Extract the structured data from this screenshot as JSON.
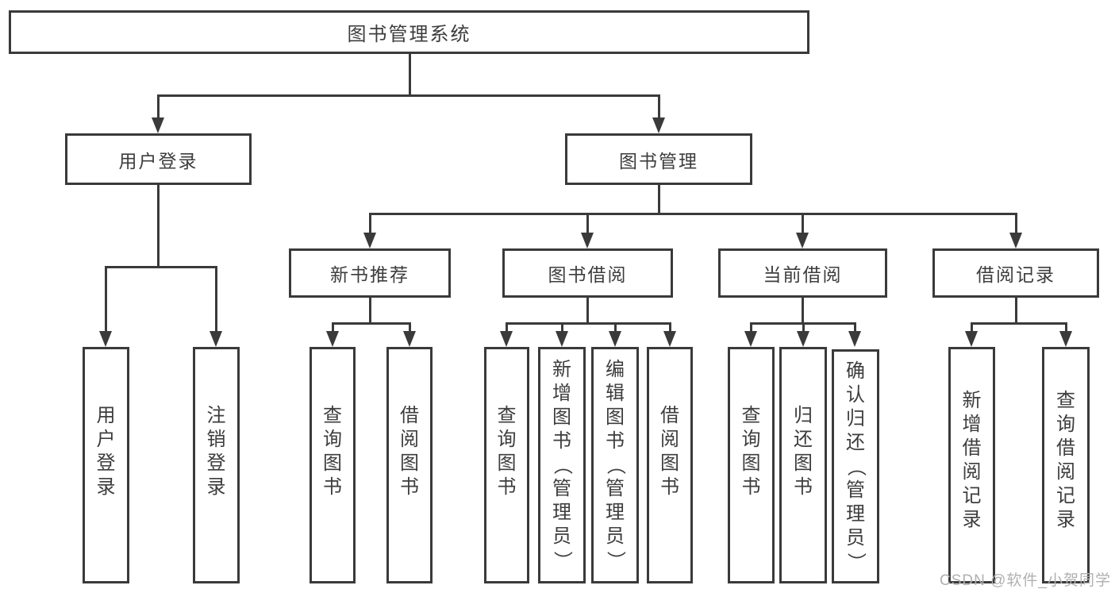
{
  "diagram": {
    "root": {
      "label": "图书管理系统"
    },
    "level1": [
      {
        "label": "用户登录"
      },
      {
        "label": "图书管理"
      }
    ],
    "level2": [
      {
        "label": "新书推荐"
      },
      {
        "label": "图书借阅"
      },
      {
        "label": "当前借阅"
      },
      {
        "label": "借阅记录"
      }
    ],
    "leaves": [
      {
        "label": "用户登录"
      },
      {
        "label": "注销登录"
      },
      {
        "label": "查询图书"
      },
      {
        "label": "借阅图书"
      },
      {
        "label": "查询图书"
      },
      {
        "label": "新增图书（管理员）"
      },
      {
        "label": "编辑图书（管理员）"
      },
      {
        "label": "借阅图书"
      },
      {
        "label": "查询图书"
      },
      {
        "label": "归还图书"
      },
      {
        "label": "确认归还（管理员）"
      },
      {
        "label": "新增借阅记录"
      },
      {
        "label": "查询借阅记录"
      }
    ]
  },
  "watermark": {
    "text": "CSDN @软件_小贺同学"
  },
  "colors": {
    "line": "#3a3a3a",
    "text": "#3d3d3d",
    "watermark": "#b0b0b0",
    "background": "#ffffff"
  }
}
